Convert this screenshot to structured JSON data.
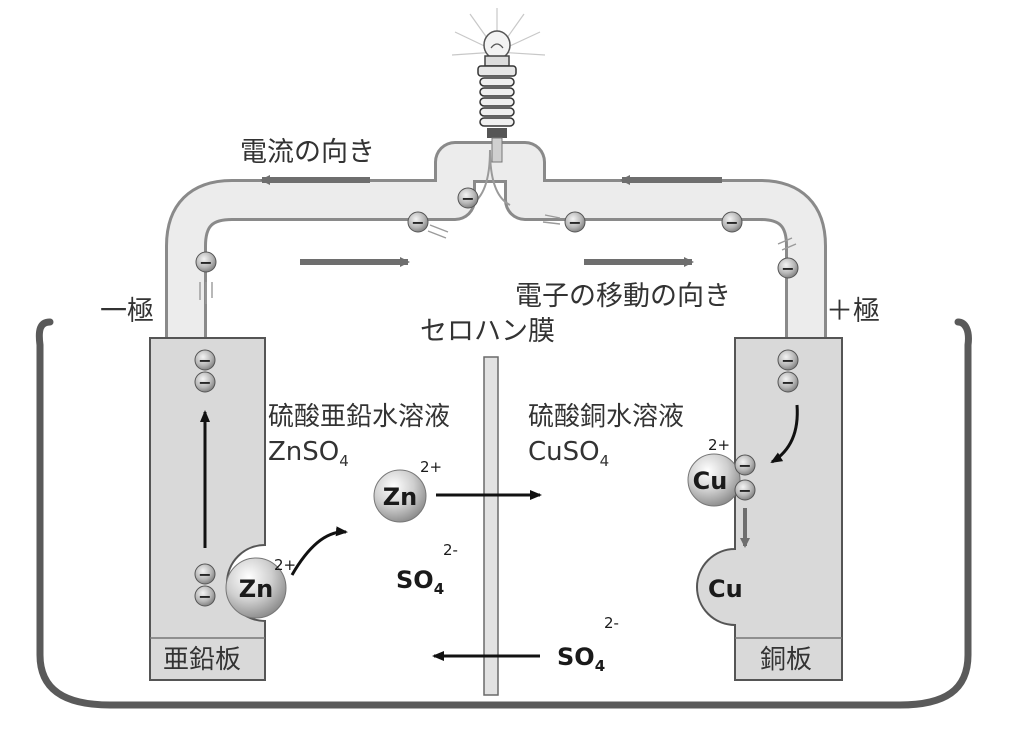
{
  "labels": {
    "current_direction": "電流の向き",
    "electron_direction": "電子の移動の向き",
    "negative_pole": "一極",
    "positive_pole": "＋極",
    "membrane": "セロハン膜",
    "zinc_solution_name": "硫酸亜鉛水溶液",
    "zinc_solution_formula_main": "ZnSO",
    "zinc_solution_formula_sub": "4",
    "copper_solution_name": "硫酸銅水溶液",
    "copper_solution_formula_main": "CuSO",
    "copper_solution_formula_sub": "4",
    "zinc_plate": "亜鉛板",
    "copper_plate": "銅板"
  },
  "ions": {
    "zn_symbol": "Zn",
    "zn_charge": "2+",
    "cu_symbol": "Cu",
    "cu_charge": "2+",
    "cu_metal": "Cu",
    "so4_main": "SO",
    "so4_sub": "4",
    "so4_charge": "2-"
  },
  "electron_symbol": "−",
  "colors": {
    "wire_fill": "#ececec",
    "wire_stroke": "#8a8a8a",
    "arrow_gray": "#6e6e6e",
    "arrow_black": "#111111",
    "plate_fill": "#d9d9d9",
    "beaker_stroke": "#5a5a5a",
    "ion_ball": "#c8c8c8"
  }
}
